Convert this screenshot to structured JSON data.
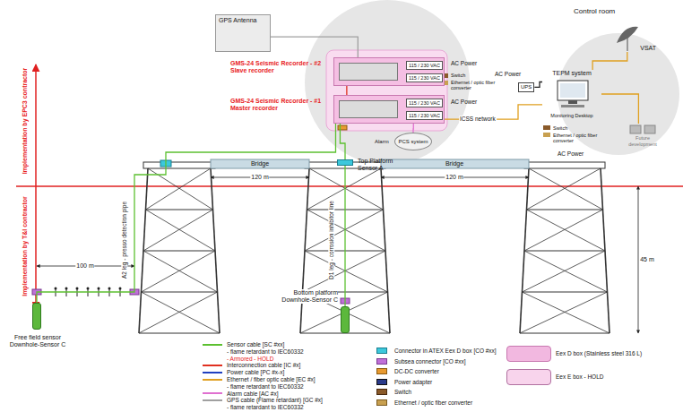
{
  "diagram": {
    "nodes": [
      {
        "text": [
          "GPS Antenna"
        ]
      },
      {
        "text": [
          "GMS-24 Seismic Recorder - #2 Slave recorder"
        ]
      },
      {
        "text": [
          "115 / 230 VAC"
        ],
        "in": 1
      },
      {
        "text": [
          "115 / 230 VAC"
        ],
        "in": 1
      },
      {
        "text": [
          "GMS-24 Seismic Recorder - #1 Master recorder"
        ]
      },
      {
        "text": [
          "115 / 230 VAC"
        ],
        "in": 4
      },
      {
        "text": [
          "115 / 230 VAC"
        ],
        "in": 4
      },
      {
        "text": [
          "PCS system"
        ]
      },
      {
        "text": [
          "Top Platform Sensor A"
        ]
      },
      {
        "text": [
          "TEPM system",
          "Monitoring Desktop"
        ]
      },
      {
        "text": [
          "UPS"
        ]
      },
      {
        "text": [
          "VSAT"
        ]
      },
      {
        "text": [
          "Future development"
        ]
      },
      {
        "text": [
          "Bottom platform Downhole-Sensor C"
        ]
      },
      {
        "text": [
          "Free field sensor Downhole-Sensor C"
        ]
      }
    ],
    "edges": [
      {
        "from": 0,
        "to": 1,
        "arrow": "none"
      },
      {
        "from": 1,
        "to": 4,
        "arrow": "none"
      },
      {
        "from": 4,
        "to": 7,
        "arrow": "none"
      },
      {
        "from": 4,
        "to": 8,
        "arrow": "none"
      },
      {
        "from": 8,
        "to": 13,
        "arrow": "none"
      },
      {
        "from": 4,
        "to": 14,
        "arrow": "none"
      },
      {
        "from": 4,
        "to": 9,
        "label": "ICSS network",
        "arrow": "none"
      },
      {
        "from": 10,
        "to": 9,
        "arrow": "none"
      },
      {
        "from": 9,
        "to": 11,
        "arrow": "none"
      },
      {
        "from": 9,
        "to": 12,
        "arrow": "none"
      }
    ],
    "labels": [
      "Implementation by EPC3 contractor",
      "Implementation by T&I contractor",
      "Control room",
      "AC Power",
      "AC Power",
      "AC Power",
      "AC Power",
      "Switch",
      "Ethernet / optic fiber converter",
      "Switch",
      "Ethernet / optic fiber converter",
      "Alarm",
      "Bridge",
      "Bridge",
      "120 m",
      "120 m",
      "45 m",
      "100 m",
      "A2 leg - presso detection pipe",
      "D1 leg - corrosion inhibitor line"
    ],
    "legend": [
      {
        "text": "Sensor cable [SC #xx]"
      },
      {
        "text": "- flame retardant to IEC60332"
      },
      {
        "text": "- Armored - HOLD"
      },
      {
        "text": "Interconnection cable [IC #x]"
      },
      {
        "text": "Power cable [PC #x-x]"
      },
      {
        "text": "Ethernet / fiber optic cable [EC #x]"
      },
      {
        "text": "- flame retardant to IEC60332"
      },
      {
        "text": "Alarm cable [AC #x]"
      },
      {
        "text": "GPS cable (Flame retardant) [GC #x]"
      },
      {
        "text": "- flame retardant to IEC60332"
      },
      {
        "text": "Connector in ATEX Eex D box [CO #xx]"
      },
      {
        "text": "Subsea connector [CO #xx]"
      },
      {
        "text": "DC-DC converter"
      },
      {
        "text": "Power adapter"
      },
      {
        "text": "Switch"
      },
      {
        "text": "Ethernet / optic fiber converter"
      },
      {
        "text": "Eex D box (Stainless steel 316 L)",
        "color": "#f2b8e0"
      },
      {
        "text": "Eex E box - HOLD",
        "color": "#f8d4ec"
      }
    ]
  }
}
